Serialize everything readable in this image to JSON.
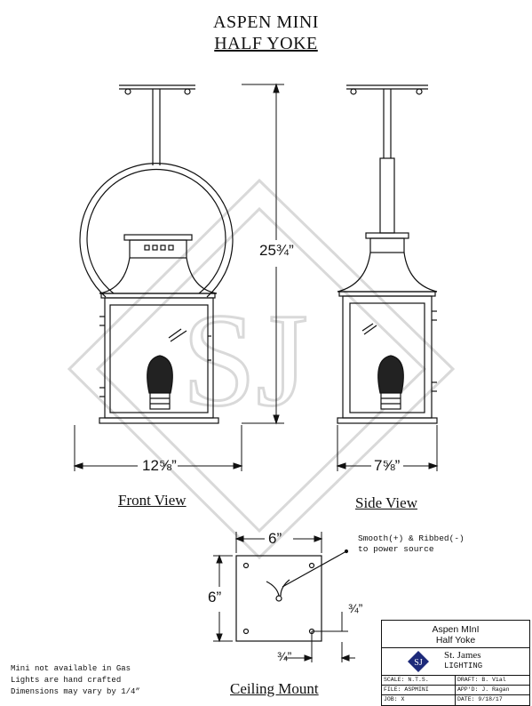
{
  "title": {
    "line1": "ASPEN MINI",
    "line2": "HALF YOKE"
  },
  "views": {
    "front": "Front View",
    "side": "Side View",
    "ceiling": "Ceiling Mount"
  },
  "dimensions": {
    "height": "25¾”",
    "front_width": "12⅝”",
    "side_width": "7⅝”",
    "mount_width": "6”",
    "mount_height": "6”",
    "offset_a": "¾”",
    "offset_b": "¾”"
  },
  "annotation": {
    "line1": "Smooth(+) & Ribbed(-)",
    "line2": "to power source"
  },
  "notes": [
    "Mini not available in Gas",
    "Lights are hand crafted",
    "Dimensions may vary by 1/4”"
  ],
  "title_block": {
    "name1": "Aspen MInI",
    "name2": "Half Yoke",
    "brand": "St. James",
    "brand_sub": "LIGHTING",
    "logo_text": "SJ",
    "scale_label": "SCALE:",
    "scale": "N.T.S.",
    "draft_label": "DRAFT:",
    "draft": "B. Vial",
    "file_label": "FILE:",
    "file": "ASPMINI",
    "appd_label": "APP'D:",
    "appd": "J. Ragan",
    "job_label": "JOB:",
    "job": "X",
    "date_label": "DATE:",
    "date": "9/18/17"
  },
  "colors": {
    "ink": "#111111",
    "watermark": "#d9d9d9",
    "logo": "#1d2a7a"
  }
}
